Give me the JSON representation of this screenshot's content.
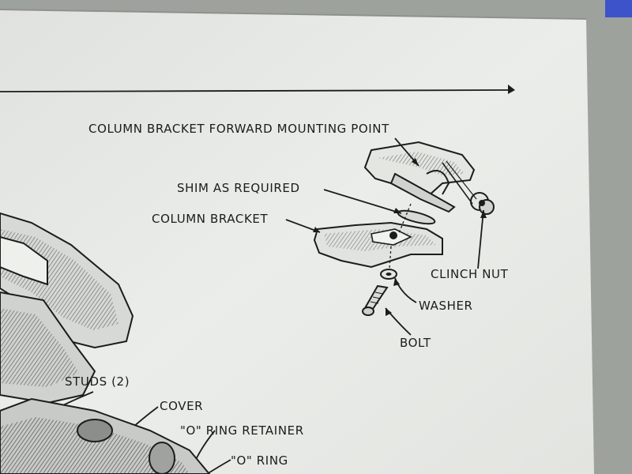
{
  "labels": {
    "forward_mounting_point": "COLUMN BRACKET FORWARD MOUNTING POINT",
    "shim": "SHIM AS REQUIRED",
    "column_bracket": "COLUMN BRACKET",
    "clinch_nut": "CLINCH NUT",
    "washer": "WASHER",
    "bolt": "BOLT",
    "studs": "STUDS (2)",
    "cover": "COVER",
    "o_ring_retainer": "\"O\" RING RETAINER",
    "o_ring": "\"O\" RING"
  },
  "colors": {
    "paper": "#e6e8e4",
    "ink": "#1b1d1b",
    "screen_bezel": "#9ea29c",
    "corner_accent": "#3c53c9"
  }
}
